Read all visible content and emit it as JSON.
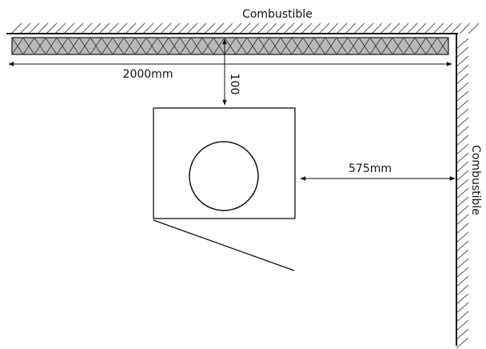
{
  "labels": {
    "top_wall": "Combustible",
    "right_wall": "Combustible",
    "width_dimension": "2000mm",
    "top_clearance": "100",
    "side_clearance": "575mm"
  },
  "colors": {
    "line": "#111111",
    "hatch": "#555555",
    "insulation_fill": "#b9b9b9"
  }
}
